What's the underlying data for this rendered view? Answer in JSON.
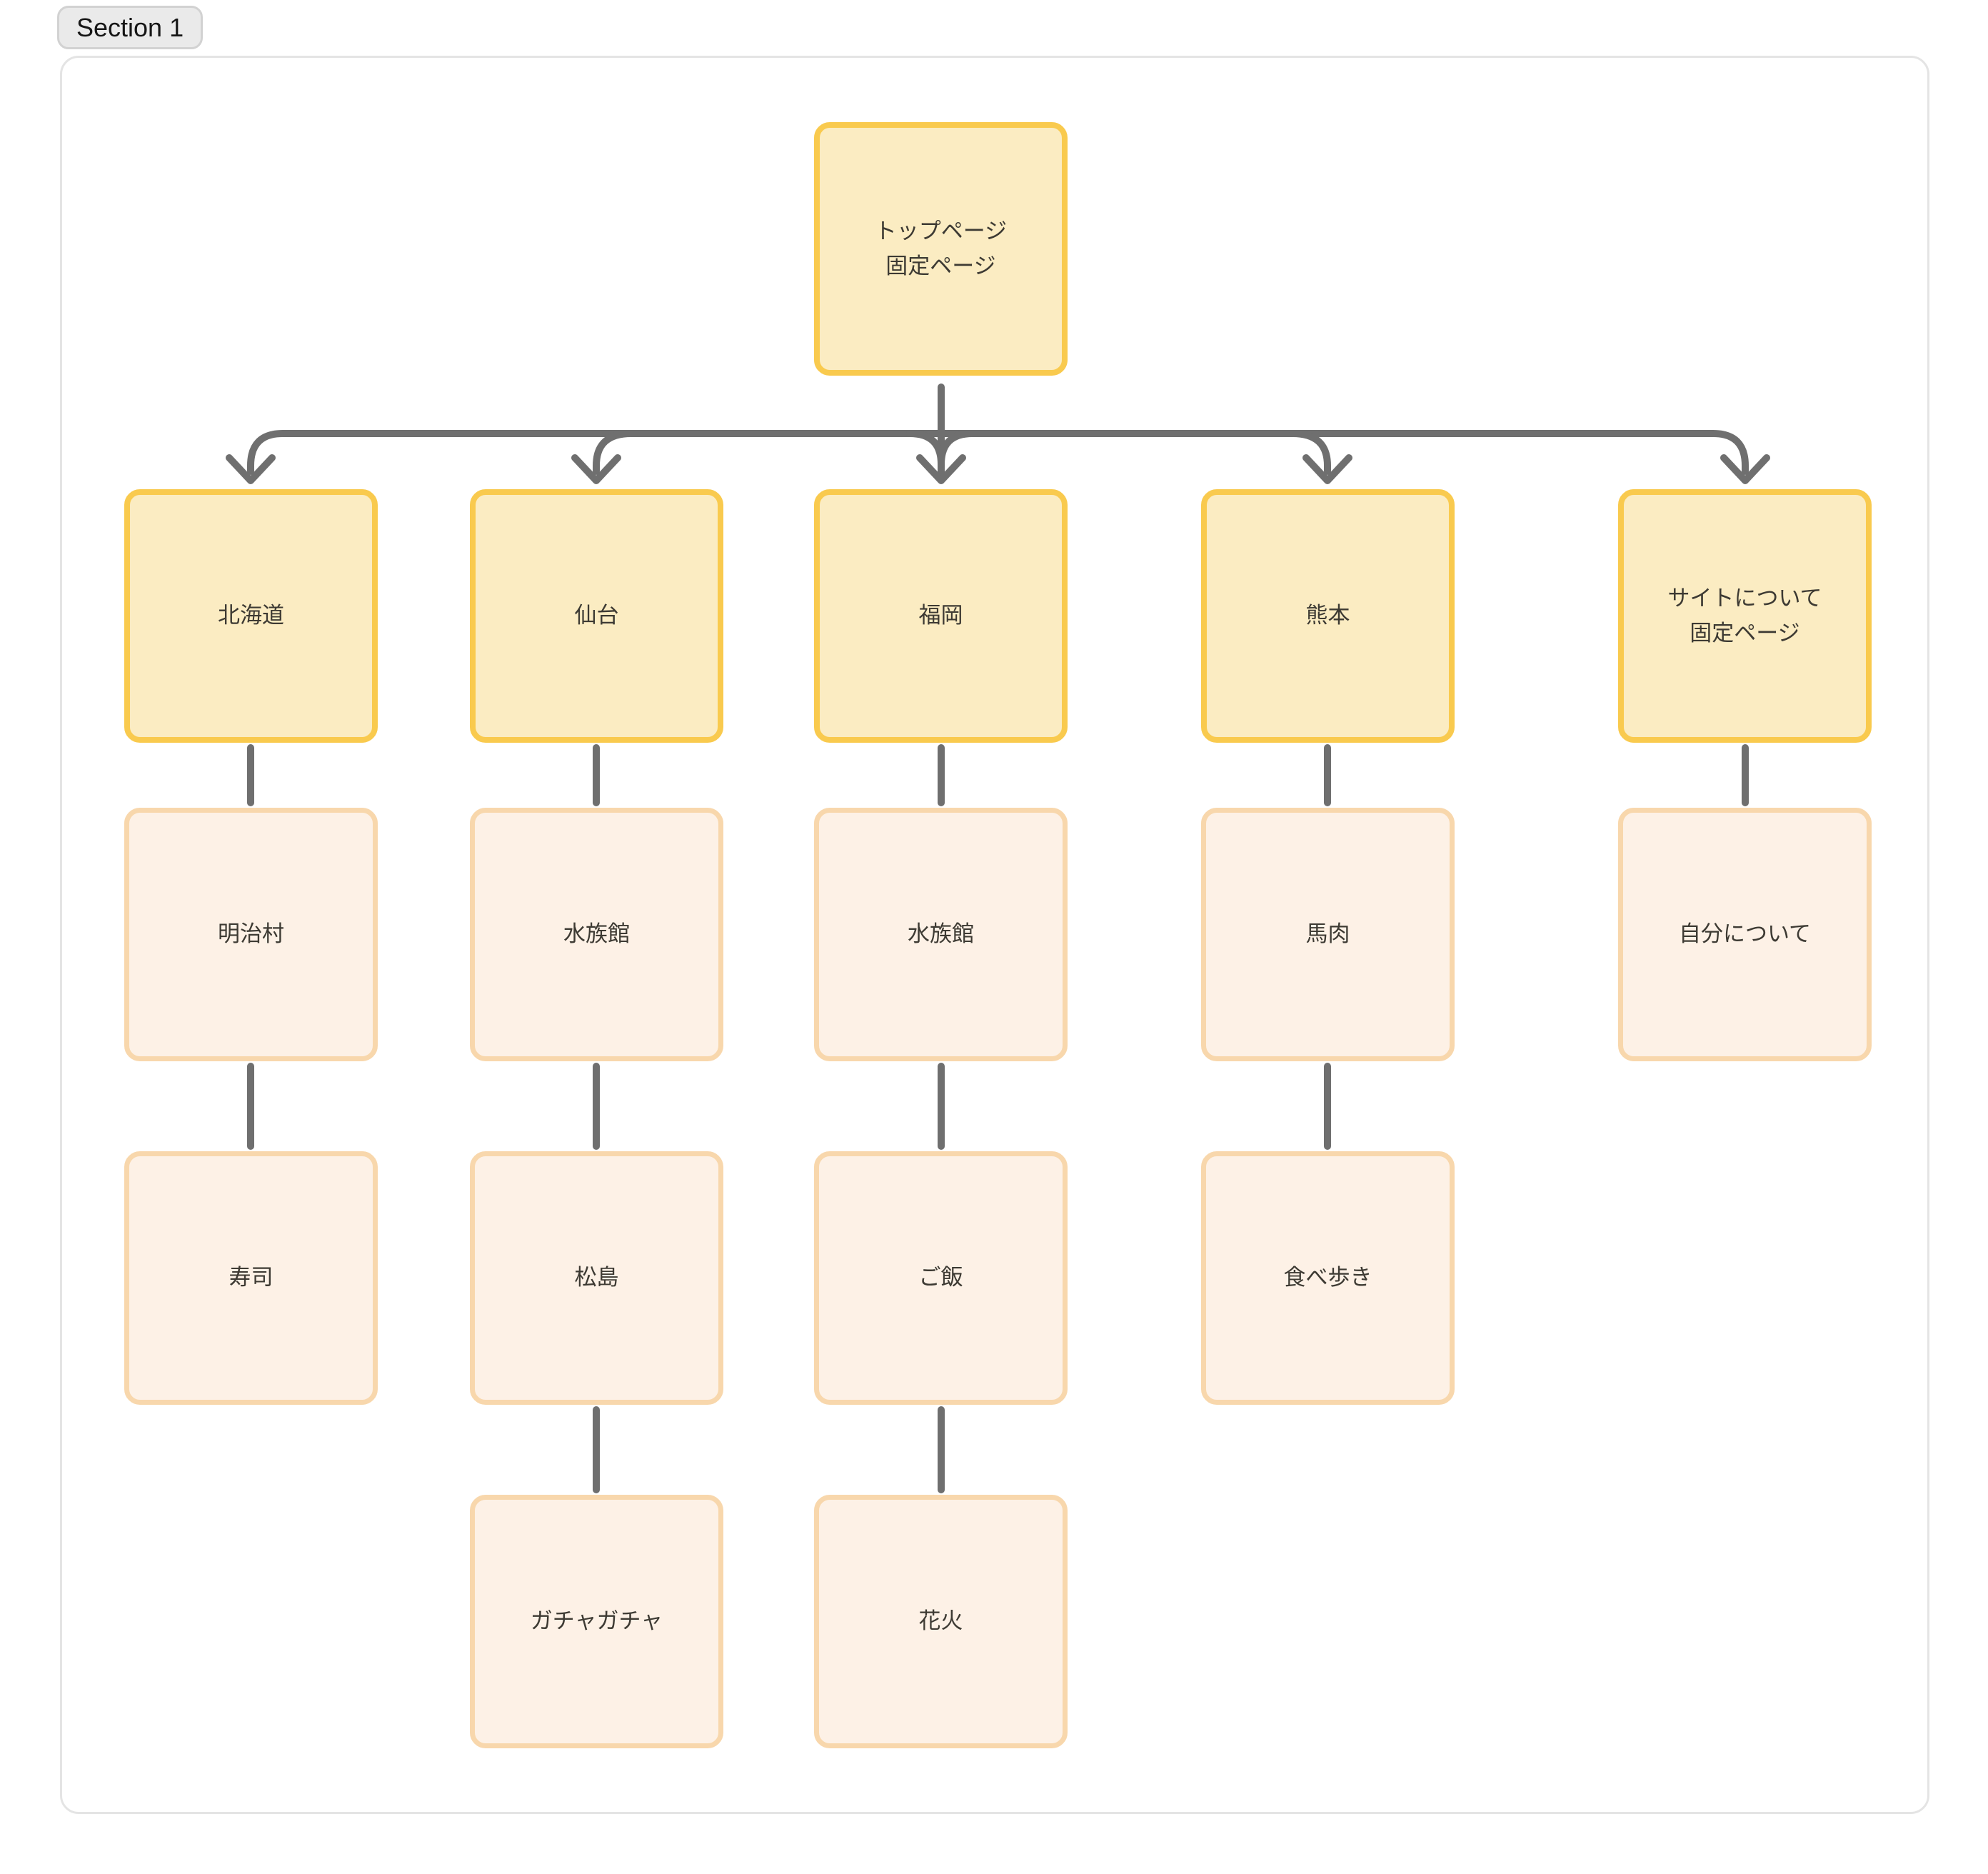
{
  "section": {
    "label": "Section 1"
  },
  "colors": {
    "page_bg": "#FFFFFF",
    "section_border": "#E4E4E4",
    "label_bg": "#EAEAEA",
    "label_border": "#D2D2D2",
    "primary_fill": "#FBECC2",
    "primary_border": "#F9CA4E",
    "secondary_fill": "#FDF1E6",
    "secondary_border": "#F8D7AC",
    "connector": "#6F6F6F",
    "text": "#3D3A33"
  },
  "diagram": {
    "type": "sitemap-tree",
    "root": {
      "lines": [
        "トップページ",
        "固定ページ"
      ],
      "level": "primary"
    },
    "columns": [
      {
        "branch": {
          "lines": [
            "北海道"
          ],
          "level": "primary"
        },
        "descendants": [
          {
            "lines": [
              "明治村"
            ],
            "level": "secondary"
          },
          {
            "lines": [
              "寿司"
            ],
            "level": "secondary"
          }
        ]
      },
      {
        "branch": {
          "lines": [
            "仙台"
          ],
          "level": "primary"
        },
        "descendants": [
          {
            "lines": [
              "水族館"
            ],
            "level": "secondary"
          },
          {
            "lines": [
              "松島"
            ],
            "level": "secondary"
          },
          {
            "lines": [
              "ガチャガチャ"
            ],
            "level": "secondary"
          }
        ]
      },
      {
        "branch": {
          "lines": [
            "福岡"
          ],
          "level": "primary"
        },
        "descendants": [
          {
            "lines": [
              "水族館"
            ],
            "level": "secondary"
          },
          {
            "lines": [
              "ご飯"
            ],
            "level": "secondary"
          },
          {
            "lines": [
              "花火"
            ],
            "level": "secondary"
          }
        ]
      },
      {
        "branch": {
          "lines": [
            "熊本"
          ],
          "level": "primary"
        },
        "descendants": [
          {
            "lines": [
              "馬肉"
            ],
            "level": "secondary"
          },
          {
            "lines": [
              "食べ歩き"
            ],
            "level": "secondary"
          }
        ]
      },
      {
        "branch": {
          "lines": [
            "サイトについて",
            "固定ページ"
          ],
          "level": "primary"
        },
        "descendants": [
          {
            "lines": [
              "自分について"
            ],
            "level": "secondary"
          }
        ]
      }
    ]
  }
}
